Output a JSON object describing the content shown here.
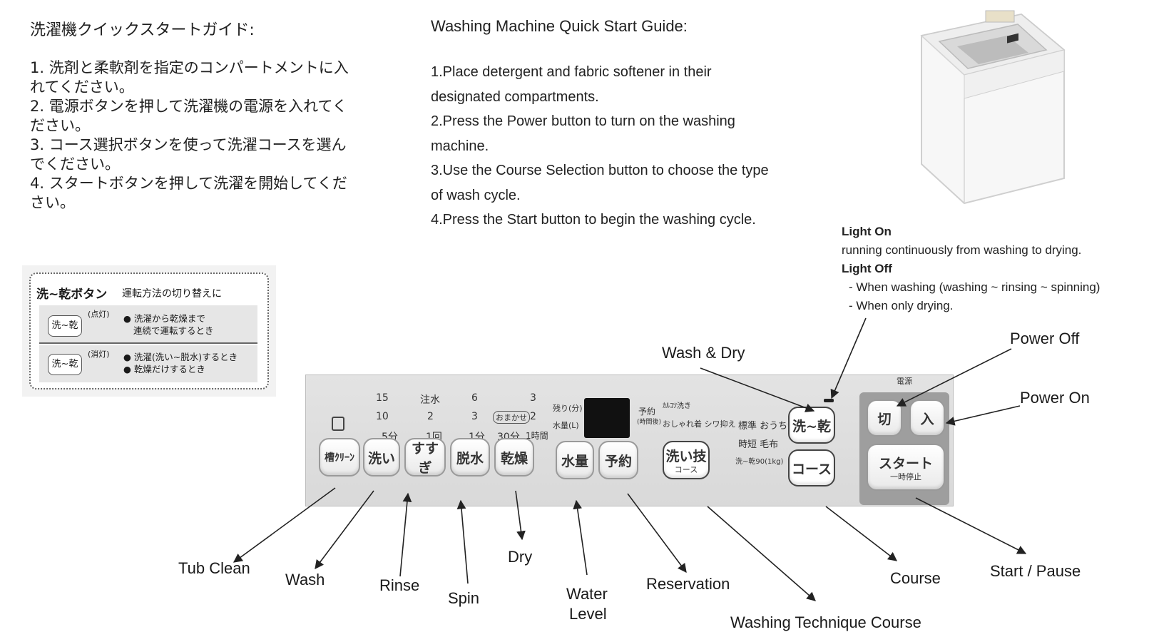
{
  "jp_title": "洗濯機クイックスタートガイド:",
  "jp_steps": [
    "1. 洗剤と柔軟剤を指定のコンパートメントに入",
    "れてください。",
    "2. 電源ボタンを押して洗濯機の電源を入れてく",
    "ださい。",
    "3. コース選択ボタンを使って洗濯コースを選ん",
    "でください。",
    "4. スタートボタンを押して洗濯を開始してくだ",
    "さい。"
  ],
  "en_title": "Washing Machine Quick Start Guide:",
  "en_steps": [
    "1.Place detergent and fabric softener in their",
    "designated compartments.",
    "2.Press the Power button to turn on the washing",
    "machine.",
    "3.Use the Course Selection button to choose the type",
    "of wash cycle.",
    "4.Press the Start button to begin the washing cycle."
  ],
  "light": {
    "on_title": "Light On",
    "on_desc": "running continuously from washing to drying.",
    "off_title": "Light Off",
    "off_desc1": "- When washing (washing ~ rinsing ~ spinning)",
    "off_desc2": "- When only drying."
  },
  "inset": {
    "title": "洗~乾ボタン",
    "subtitle": "運転方法の切り替えに",
    "button_label": "洗~乾",
    "on_state": "(点灯)",
    "on_desc1": "● 洗濯から乾燥まで",
    "on_desc2": "連続で運転するとき",
    "off_state": "(消灯)",
    "off_desc1": "● 洗濯(洗い~脱水)するとき",
    "off_desc2": "● 乾燥だけするとき"
  },
  "panel": {
    "numbers": {
      "c1a": "15",
      "c1b": "10",
      "c1c": "5分",
      "c2a": "注水",
      "c2b": "2",
      "c2c": "1回",
      "c3a": "6",
      "c3b": "3",
      "c3c": "1分",
      "c4a": "3",
      "c4b": "2",
      "c4c": "1時間",
      "omakase": "おまかせ",
      "m30": "30分",
      "remain": "残り(分)",
      "water": "水量(L)",
      "reserve": "予約",
      "reserve_sub": "(時間後)",
      "tech1": "ｶﾙｺﾂ洗き",
      "tech2": "おしゃれ着 シワ抑え",
      "tech3": "標準  おうち流",
      "tech4": "時短  毛布",
      "tech5": "洗~乾90(1kg)",
      "power": "電源"
    },
    "buttons": {
      "tub_clean": "槽ｸﾘｰﾝ",
      "wash": "洗い",
      "rinse": "すすぎ",
      "spin": "脱水",
      "dry": "乾燥",
      "water_level": "水量",
      "reservation": "予約",
      "technique": "洗い技",
      "technique_sub": "コース",
      "wash_dry": "洗~乾",
      "course": "コース",
      "off": "切",
      "on": "入",
      "start": "スタート",
      "start_sub": "一時停止"
    }
  },
  "labels": {
    "tub_clean": "Tub Clean",
    "wash": "Wash",
    "rinse": "Rinse",
    "spin": "Spin",
    "dry": "Dry",
    "water_level_1": "Water",
    "water_level_2": "Level",
    "reservation": "Reservation",
    "technique": "Washing Technique Course",
    "course": "Course",
    "start_pause": "Start / Pause",
    "wash_dry": "Wash & Dry",
    "power_off": "Power Off",
    "power_on": "Power On"
  }
}
